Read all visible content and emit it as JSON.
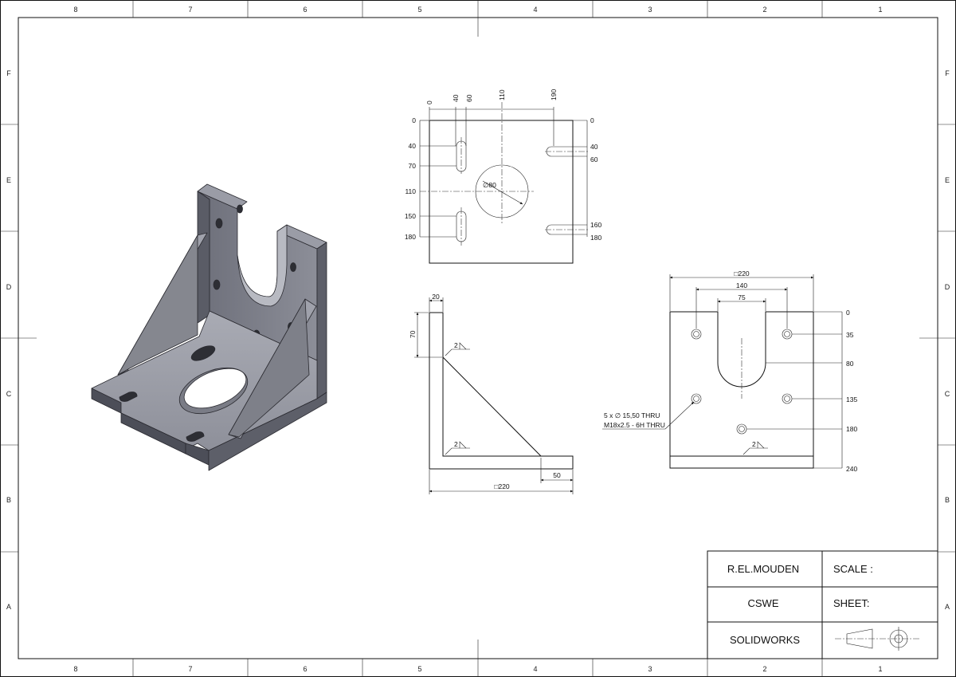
{
  "border": {
    "columns": [
      "8",
      "7",
      "6",
      "5",
      "4",
      "3",
      "2",
      "1"
    ],
    "rows": [
      "F",
      "E",
      "D",
      "C",
      "B",
      "A"
    ]
  },
  "title_block": {
    "author": "R.EL.MOUDEN",
    "scale_label": "SCALE :",
    "project": "CSWE",
    "sheet_label": "SHEET:",
    "software": "SOLIDWORKS"
  },
  "top_view": {
    "x_ords": [
      "0",
      "40",
      "60",
      "110",
      "190"
    ],
    "y_ords_left": [
      "0",
      "40",
      "70",
      "110",
      "150",
      "180"
    ],
    "y_ords_right": [
      "0",
      "40",
      "60",
      "160",
      "180"
    ],
    "hole_dia": "∅80"
  },
  "side_view": {
    "wall_thickness": "20",
    "height_dim": "70",
    "bottom_dim": "50",
    "width_dim": "□220",
    "weld_upper": "2",
    "weld_lower": "2"
  },
  "front_view": {
    "width_dim": "□220",
    "hole_spacing": "140",
    "slot_width": "75",
    "y_ords": [
      "0",
      "35",
      "80",
      "135",
      "180",
      "240"
    ],
    "note_line1": "5 x ∅ 15,50 THRU",
    "note_line2": "M18x2.5 - 6H THRU",
    "weld": "2"
  }
}
